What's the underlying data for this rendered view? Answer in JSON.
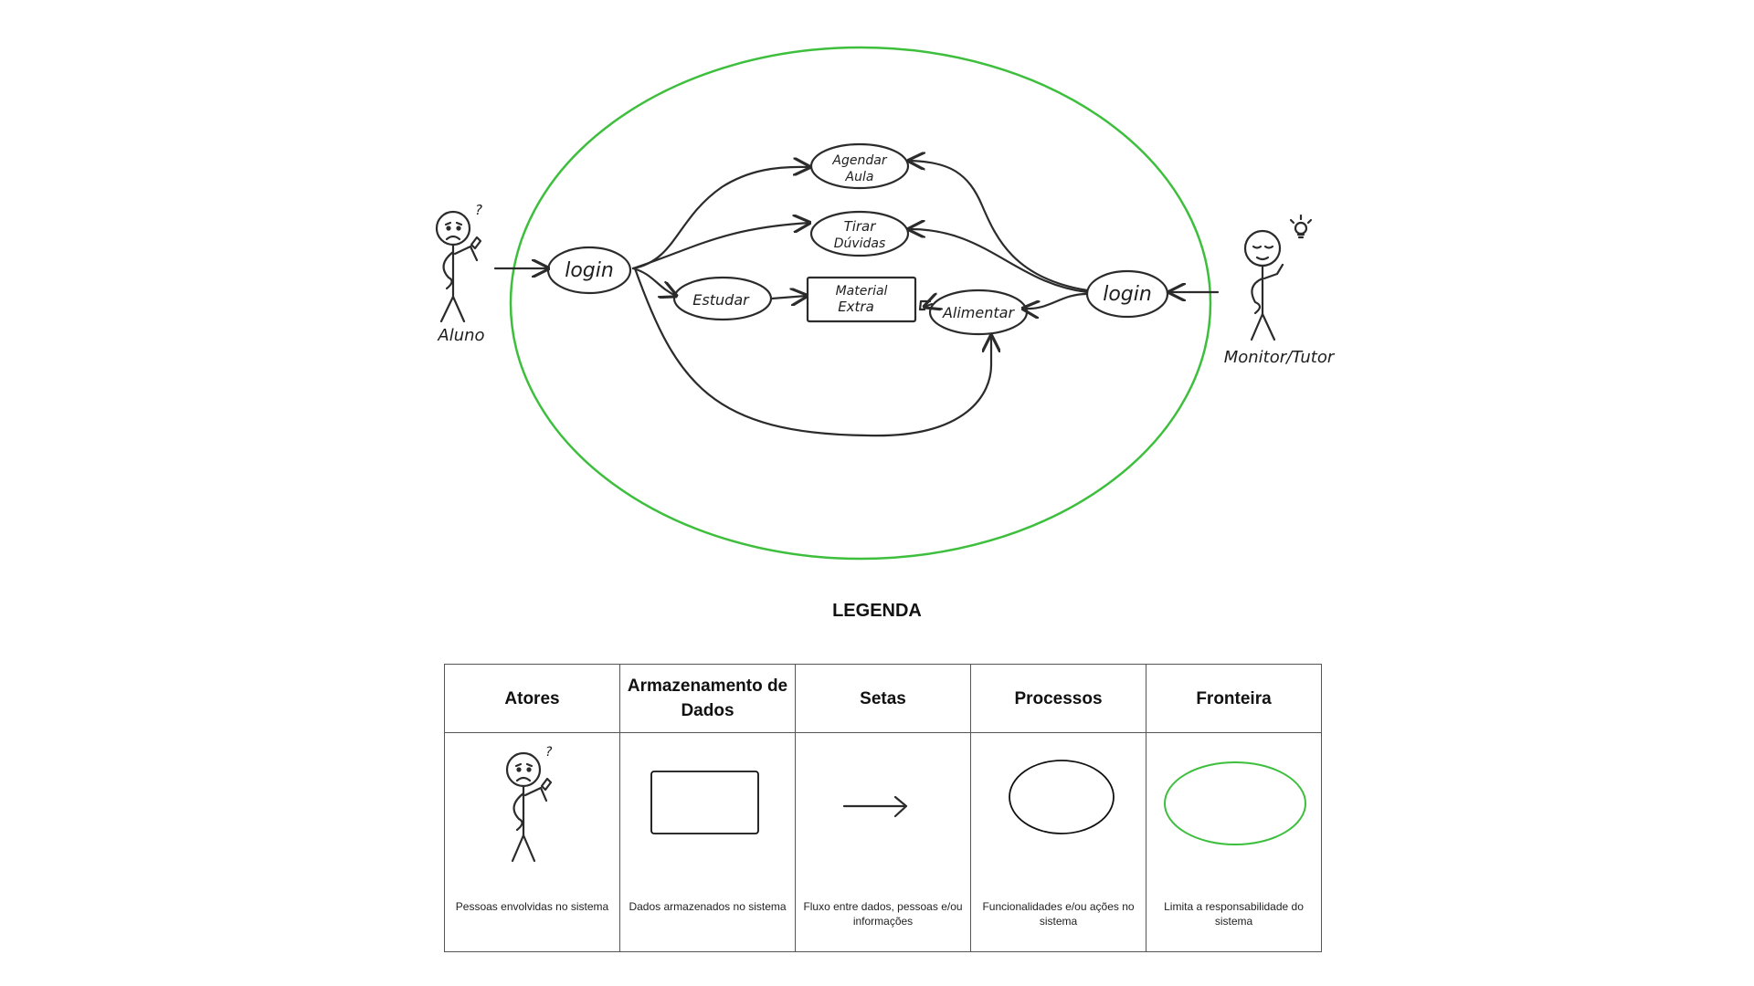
{
  "diagram": {
    "actors": {
      "left": "Aluno",
      "right": "Monitor/Tutor"
    },
    "left_actor_mark": "?",
    "processes": {
      "login_left": "login",
      "login_right": "login",
      "agendar_aula": [
        "Agendar",
        "Aula"
      ],
      "tirar_duvidas": [
        "Tirar",
        "Dúvidas"
      ],
      "estudar": "Estudar",
      "alimentar": "Alimentar"
    },
    "data_store": [
      "Material",
      "Extra"
    ],
    "boundary_color": "#3dbf3d"
  },
  "legend": {
    "title": "LEGENDA",
    "columns": [
      {
        "header": "Atores",
        "icon": "stick-figure-icon",
        "description": "Pessoas envolvidas no sistema"
      },
      {
        "header": "Armazenamento de Dados",
        "icon": "rectangle-icon",
        "description": "Dados armazenados no sistema"
      },
      {
        "header": "Setas",
        "icon": "arrow-icon",
        "description": "Fluxo entre dados, pessoas e/ou informações"
      },
      {
        "header": "Processos",
        "icon": "ellipse-icon",
        "description": "Funcionalidades e/ou ações no sistema"
      },
      {
        "header": "Fronteira",
        "icon": "green-ellipse-icon",
        "description": "Limita a responsabilidade do sistema"
      }
    ]
  }
}
